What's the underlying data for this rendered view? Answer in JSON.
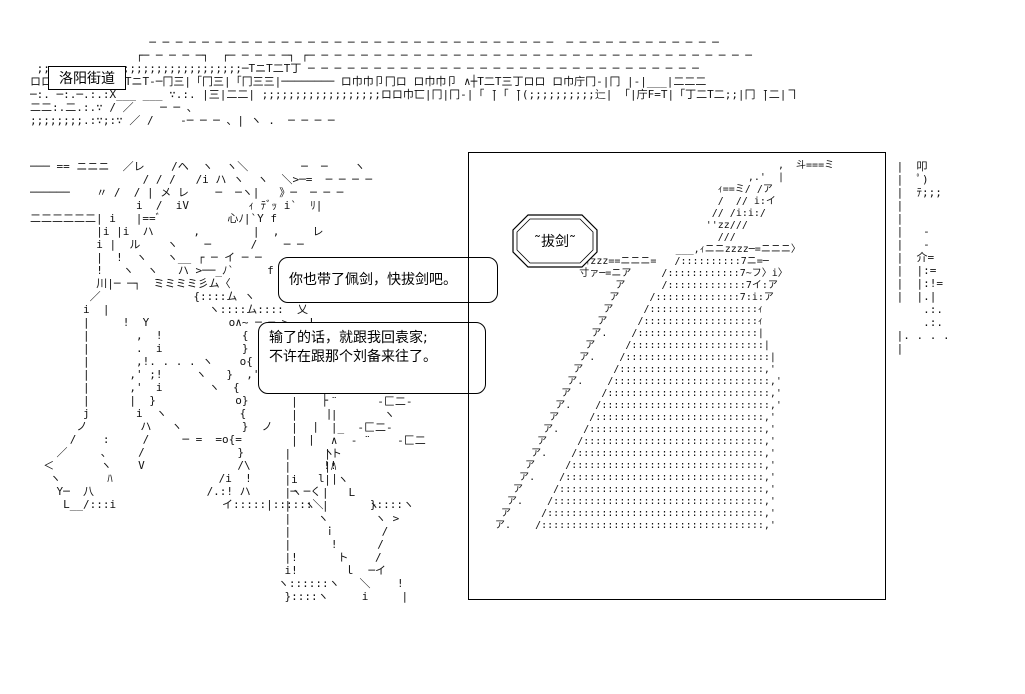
{
  "location_label": "洛阳街道",
  "speech": {
    "line1": "你也带了佩剑，快拔剑吧。",
    "line2a": "输了的话，就跟我回袁家;",
    "line2b": "不许在跟那个刘备来往了。"
  },
  "sfx": "˜拔剑˜",
  "colors": {
    "ink": "#000000",
    "paper": "#ffffff"
  }
}
